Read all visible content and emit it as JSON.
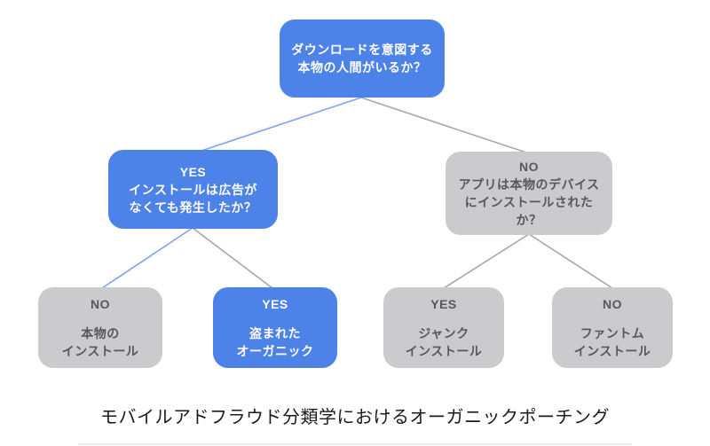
{
  "caption": "モバイルアドフラウド分類学におけるオーガニックポーチング",
  "colors": {
    "node_blue": "#4d82e8",
    "node_gray": "#cbcbce",
    "text_on_blue": "#ffffff",
    "text_on_gray": "#58585b",
    "connector_blue": "#7ea2f0",
    "connector_gray": "#a6a6aa",
    "caption_text": "#1b1b1d"
  },
  "tree": {
    "root": {
      "lines": [
        "ダウンロードを意図する",
        "本物の人間がいるか？"
      ]
    },
    "yes_branch": {
      "lines": [
        "YES",
        "インストールは広告が",
        "なくても発生したか？"
      ]
    },
    "no_branch": {
      "lines": [
        "NO",
        "アプリは本物のデバイス",
        "にインストールされた",
        "か？"
      ]
    },
    "leaves": [
      {
        "answer": "NO",
        "lines": [
          "本物の",
          "インストール"
        ]
      },
      {
        "answer": "YES",
        "lines": [
          "盗まれた",
          "オーガニック"
        ]
      },
      {
        "answer": "YES",
        "lines": [
          "ジャンク",
          "インストール"
        ]
      },
      {
        "answer": "NO",
        "lines": [
          "ファントム",
          "インストール"
        ]
      }
    ]
  }
}
